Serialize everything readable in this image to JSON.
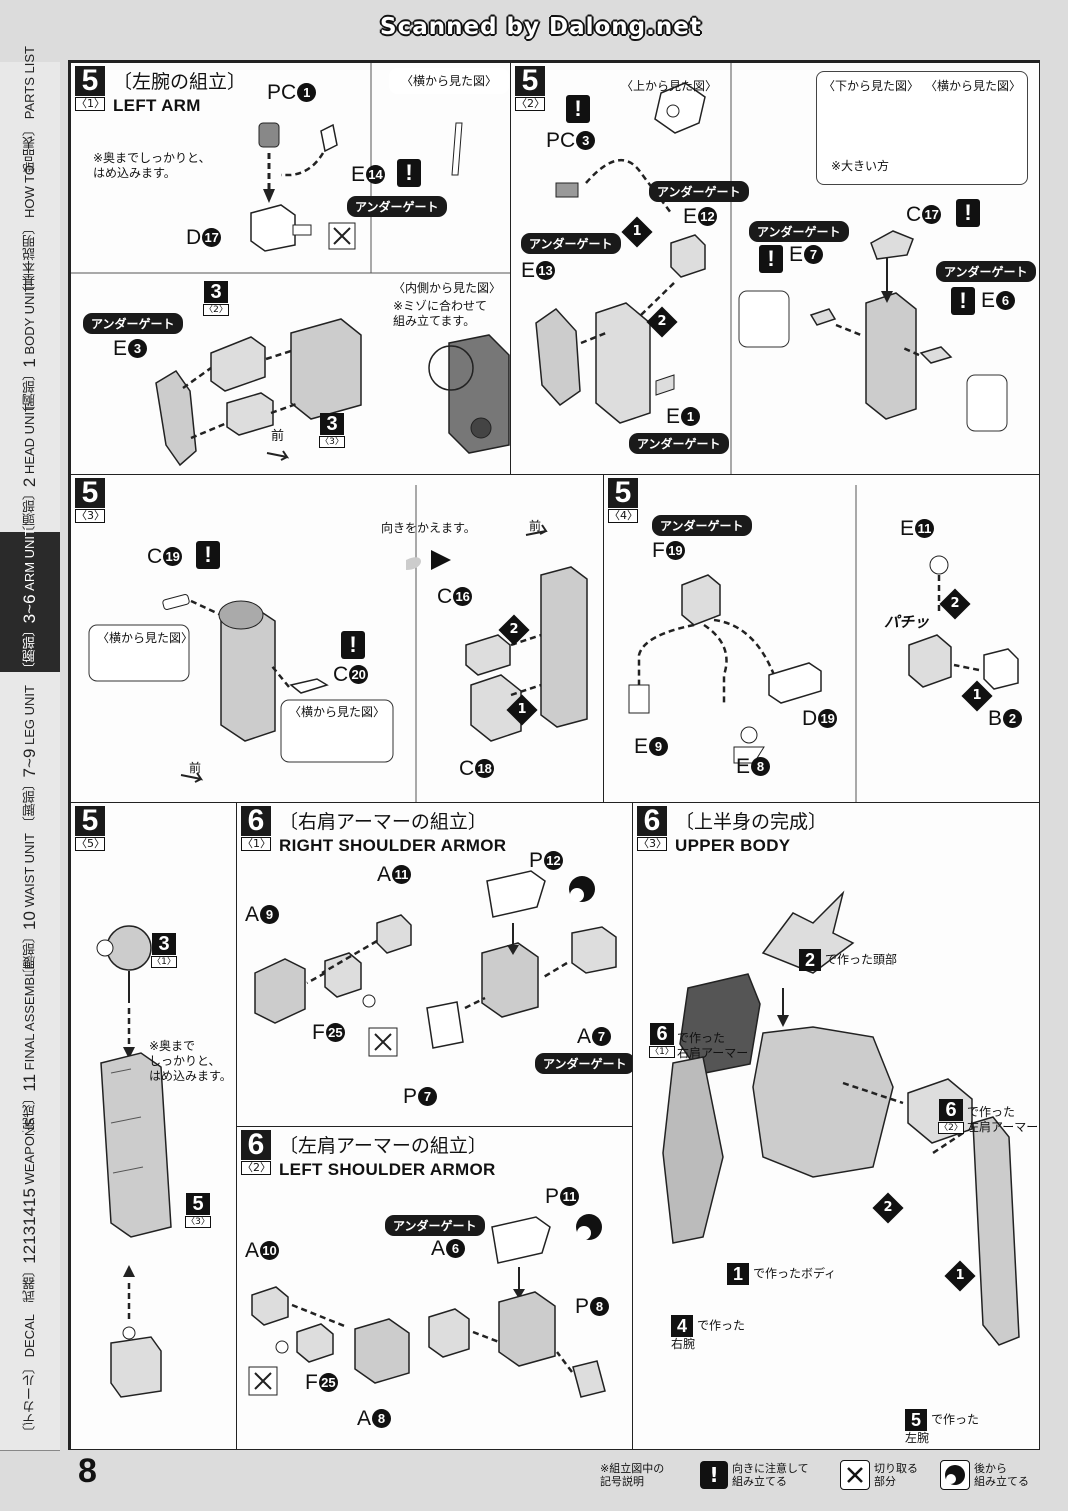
{
  "banner": "Scanned by Dalong.net",
  "page_number": "8",
  "sidebar": {
    "tabs": [
      {
        "jp": "〔部品表〕",
        "en": "PARTS LIST"
      },
      {
        "jp": "〔基本説明〕",
        "en": "HOW TO"
      },
      {
        "jp": "〔胸部〕",
        "num": "1",
        "en": "BODY UNIT"
      },
      {
        "jp": "〔頭部〕",
        "num": "2",
        "en": "HEAD UNIT"
      },
      {
        "jp": "〔腕部〕",
        "num": "3~6",
        "en": "ARM UNIT"
      },
      {
        "jp": "〔脚部〕",
        "num": "7~9",
        "en": "LEG UNIT"
      },
      {
        "jp": "〔腰部〕",
        "num": "10",
        "en": "WAIST UNIT"
      },
      {
        "jp": "〔完成〕",
        "num": "11",
        "en": "FINAL ASSEMBLE"
      },
      {
        "jp": "〔武器〕",
        "num": "12131415",
        "en": "WEAPONS"
      },
      {
        "jp": "〔デカール〕",
        "en": "DECAL"
      }
    ]
  },
  "common": {
    "under_gate": "アンダーゲート",
    "side_view": "〈横から見た図〉",
    "top_view": "〈上から見た図〉",
    "bottom_view": "〈下から見た図〉",
    "inner_view": "〈内側から見た図〉",
    "front": "前",
    "press_in": "※奥までしっかりと、\nはめ込みます。"
  },
  "p51": {
    "step": "5",
    "sub": "〈1〉",
    "title": "〔左腕の組立〕",
    "title_en": "LEFT ARM",
    "parts": {
      "pc": "PC",
      "pc_n": "1",
      "e14": "E",
      "e14_n": "14",
      "d17": "D",
      "d17_n": "17",
      "e3": "E",
      "e3_n": "3"
    },
    "note_press": "※奥までしっかりと、\nはめ込みます。",
    "note_groove": "※ミゾに合わせて\n組み立てます。",
    "ref_a": {
      "num": "3",
      "sub": "〈2〉"
    },
    "ref_b": {
      "num": "3",
      "sub": "〈3〉"
    }
  },
  "p52": {
    "step": "5",
    "sub": "〈2〉",
    "parts": {
      "pc": "PC",
      "pc_n": "3",
      "e12": "E",
      "e12_n": "12",
      "e13": "E",
      "e13_n": "13",
      "e1": "E",
      "e1_n": "1",
      "c17": "C",
      "c17_n": "17",
      "e7": "E",
      "e7_n": "7",
      "e6": "E",
      "e6_n": "6"
    },
    "note_large": "※大きい方"
  },
  "p53": {
    "step": "5",
    "sub": "〈3〉",
    "parts": {
      "c19": "C",
      "c19_n": "19",
      "c20": "C",
      "c20_n": "20",
      "c16": "C",
      "c16_n": "16",
      "c18": "C",
      "c18_n": "18"
    },
    "turn_note": "向きをかえます。"
  },
  "p54": {
    "step": "5",
    "sub": "〈4〉",
    "parts": {
      "f19": "F",
      "f19_n": "19",
      "d19": "D",
      "d19_n": "19",
      "e9": "E",
      "e9_n": "9",
      "e8": "E",
      "e8_n": "8",
      "e11": "E",
      "e11_n": "11",
      "b2": "B",
      "b2_n": "2"
    },
    "snap": "パチッ"
  },
  "p55": {
    "step": "5",
    "sub": "〈5〉",
    "ref_a": {
      "num": "3",
      "sub": "〈1〉"
    },
    "ref_b": {
      "num": "5",
      "sub": "〈3〉"
    },
    "note_press": "※奥まで\nしっかりと、\nはめ込みます。"
  },
  "p61": {
    "step": "6",
    "sub": "〈1〉",
    "title": "〔右肩アーマーの組立〕",
    "title_en": "RIGHT SHOULDER ARMOR",
    "parts": {
      "a11": "A",
      "a11_n": "11",
      "p12": "P",
      "p12_n": "12",
      "a9": "A",
      "a9_n": "9",
      "f25": "F",
      "f25_n": "25",
      "a7": "A",
      "a7_n": "7",
      "p7": "P",
      "p7_n": "7"
    }
  },
  "p62": {
    "step": "6",
    "sub": "〈2〉",
    "title": "〔左肩アーマーの組立〕",
    "title_en": "LEFT SHOULDER ARMOR",
    "parts": {
      "p11": "P",
      "p11_n": "11",
      "a10": "A",
      "a10_n": "10",
      "a6": "A",
      "a6_n": "6",
      "p8": "P",
      "p8_n": "8",
      "f25": "F",
      "f25_n": "25",
      "a8": "A",
      "a8_n": "8"
    }
  },
  "p63": {
    "step": "6",
    "sub": "〈3〉",
    "title": "〔上半身の完成〕",
    "title_en": "UPPER BODY",
    "refs": {
      "head": {
        "num": "2",
        "text": "で作った頭部"
      },
      "right_shoulder": {
        "num": "6",
        "sub": "〈1〉",
        "text": "で作った\n右肩アーマー"
      },
      "left_shoulder": {
        "num": "6",
        "sub": "〈2〉",
        "text": "で作った\n左肩アーマー"
      },
      "body": {
        "num": "1",
        "text": "で作ったボディ"
      },
      "right_arm": {
        "num": "4",
        "text": "で作った\n右腕"
      },
      "left_arm": {
        "num": "5",
        "text": "で作った\n左腕"
      }
    }
  },
  "legend": {
    "title": "※組立図中の\n記号説明",
    "items": [
      {
        "icon": "warning-icon",
        "text": "向きに注意して\n組み立てる"
      },
      {
        "icon": "cut-icon",
        "text": "切り取る\n部分"
      },
      {
        "icon": "rear-assemble-icon",
        "text": "後から\n組み立てる"
      }
    ]
  }
}
